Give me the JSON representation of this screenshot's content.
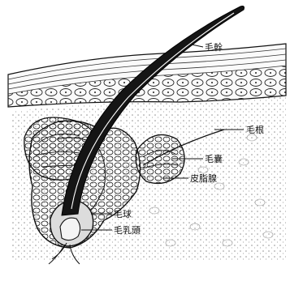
{
  "labels": {
    "hair_shaft": "毛幹",
    "hair_root": "毛根",
    "hair_follicle": "毛囊",
    "sebaceous_gland": "皮脂腺",
    "hair_bulb": "毛球",
    "hair_papilla": "毛乳頭"
  },
  "colors": {
    "ink": "#111111",
    "background": "#ffffff",
    "dermis_stipple": "#9a9a9a"
  }
}
